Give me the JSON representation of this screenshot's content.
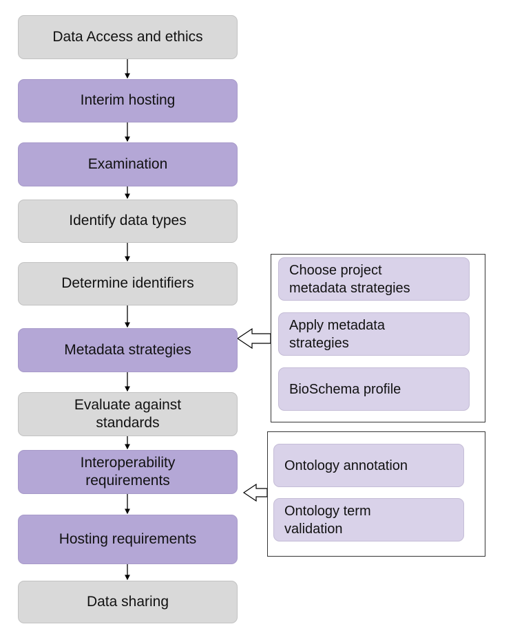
{
  "flow": {
    "steps": [
      {
        "label": "Data Access and ethics",
        "style": "grey"
      },
      {
        "label": "Interim hosting",
        "style": "purple"
      },
      {
        "label": "Examination",
        "style": "purple"
      },
      {
        "label": "Identify data types",
        "style": "grey"
      },
      {
        "label": "Determine identifiers",
        "style": "grey"
      },
      {
        "label": "Metadata strategies",
        "style": "purple"
      },
      {
        "label": "Evaluate against standards",
        "style": "grey"
      },
      {
        "label": "Interoperability requirements",
        "style": "purple"
      },
      {
        "label": "Hosting requirements",
        "style": "purple"
      },
      {
        "label": "Data sharing",
        "style": "grey"
      }
    ]
  },
  "metadata_panel": {
    "items": [
      {
        "label": "Choose project metadata strategies"
      },
      {
        "label": "Apply metadata strategies"
      },
      {
        "label": "BioSchema profile"
      }
    ]
  },
  "interoperability_panel": {
    "items": [
      {
        "label": "Ontology annotation"
      },
      {
        "label": "Ontology term validation"
      }
    ]
  },
  "colors": {
    "grey_step": "#d9d9d9",
    "purple_step": "#b4a7d6",
    "sub_item": "#d9d2e9"
  }
}
